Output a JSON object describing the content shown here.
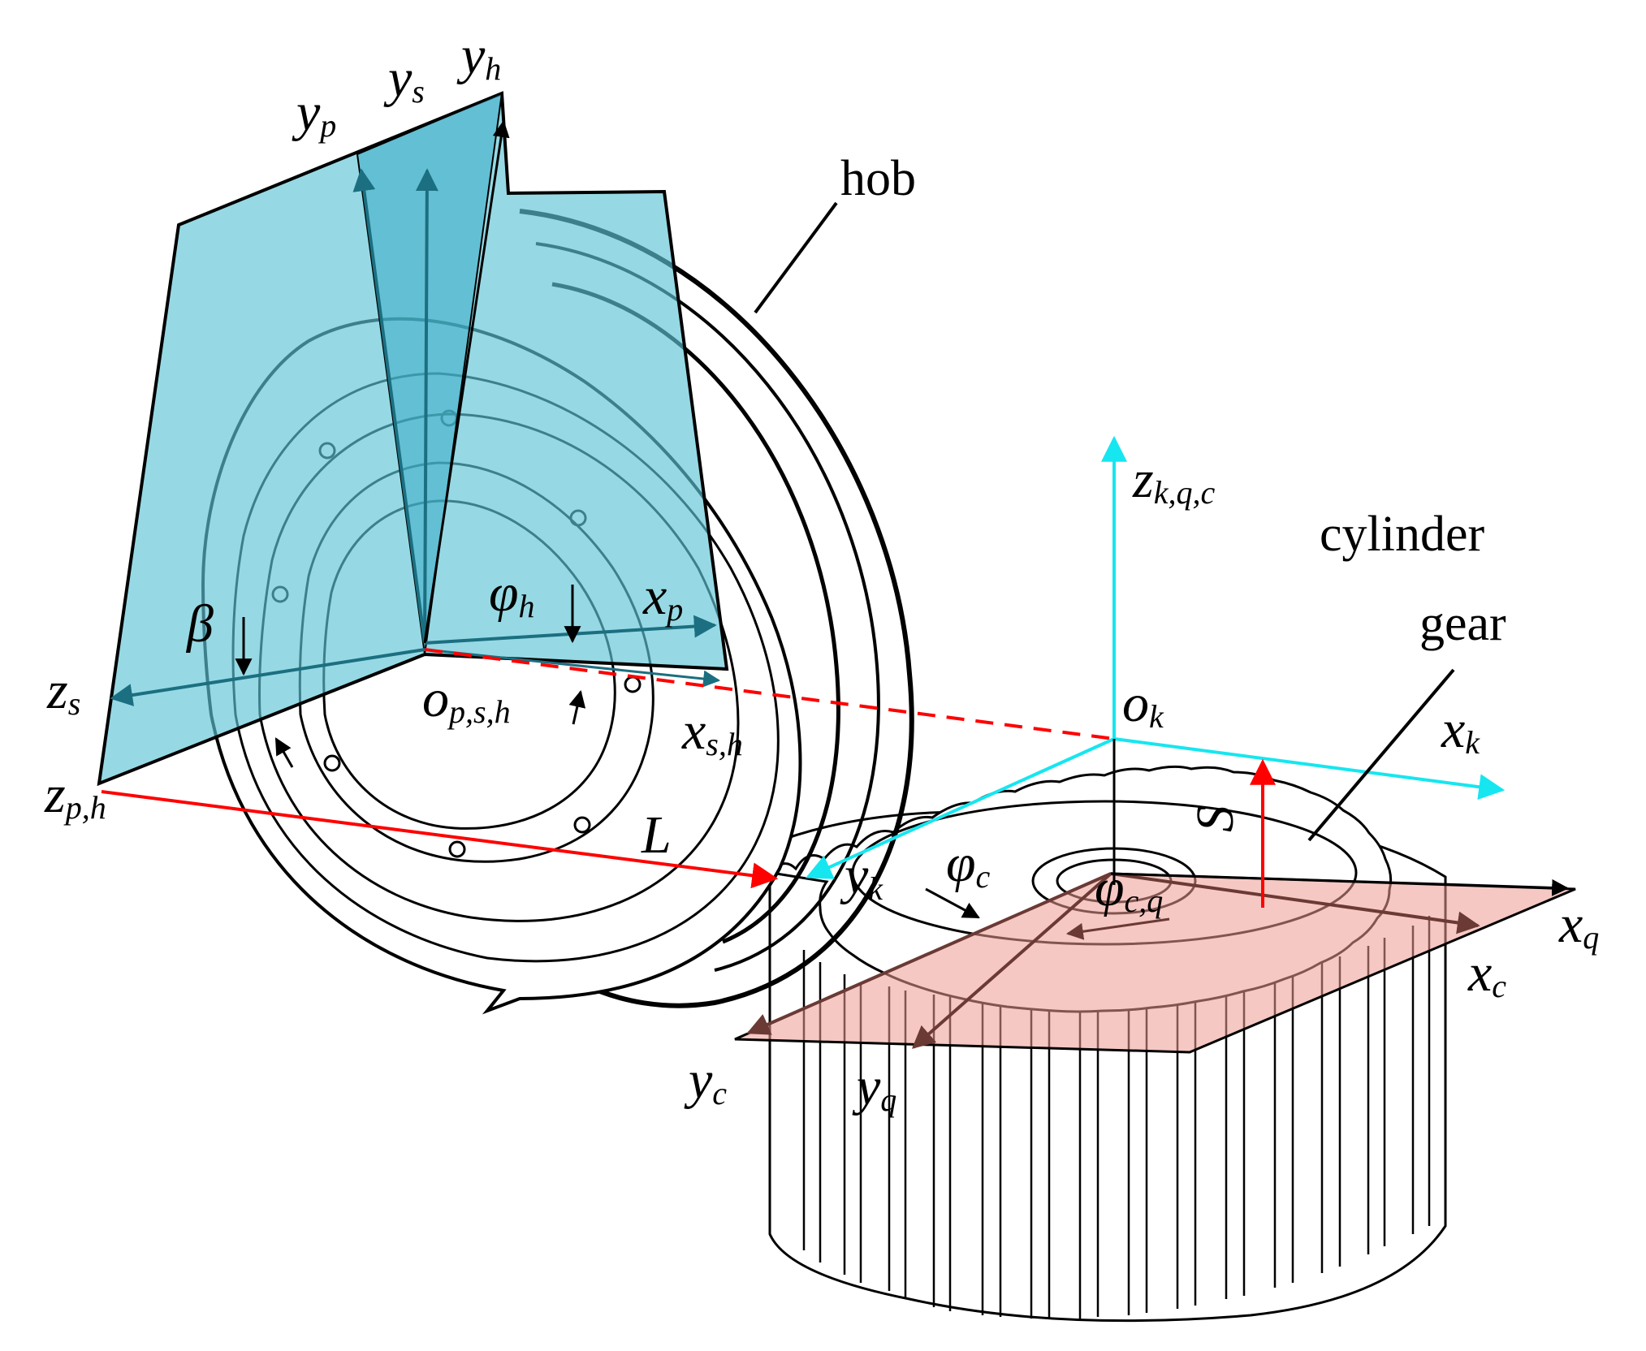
{
  "colors": {
    "hob_plane": "#5ec4d6",
    "gear_plane": "#ef9a92",
    "k_axes": "#16e6f0",
    "offset": "#ff0000",
    "ink": "#000000"
  },
  "labels": {
    "hob": "hob",
    "cylinder": "cylinder",
    "gear": "gear",
    "y_p": {
      "main": "y",
      "sub": "p"
    },
    "y_s": {
      "main": "y",
      "sub": "s"
    },
    "y_h": {
      "main": "y",
      "sub": "h"
    },
    "x_p": {
      "main": "x",
      "sub": "p"
    },
    "z_s": {
      "main": "z",
      "sub": "s"
    },
    "z_ph": {
      "main": "z",
      "sub": "p,h"
    },
    "o_psh": {
      "main": "o",
      "sub": "p,s,h"
    },
    "x_sh": {
      "main": "x",
      "sub": "s,h"
    },
    "beta": "β",
    "phi_h": {
      "main": "φ",
      "sub": "h"
    },
    "L": "L",
    "z_kqc": {
      "main": "z",
      "sub": "k,q,c"
    },
    "o_k": {
      "main": "o",
      "sub": "k"
    },
    "x_k": {
      "main": "x",
      "sub": "k"
    },
    "y_k": {
      "main": "y",
      "sub": "k"
    },
    "phi_c": {
      "main": "φ",
      "sub": "c"
    },
    "phi_cq": {
      "main": "φ",
      "sub": "c,q"
    },
    "S": "S",
    "x_q": {
      "main": "x",
      "sub": "q"
    },
    "x_c": {
      "main": "x",
      "sub": "c"
    },
    "y_c": {
      "main": "y",
      "sub": "c"
    },
    "y_q": {
      "main": "y",
      "sub": "q"
    }
  }
}
